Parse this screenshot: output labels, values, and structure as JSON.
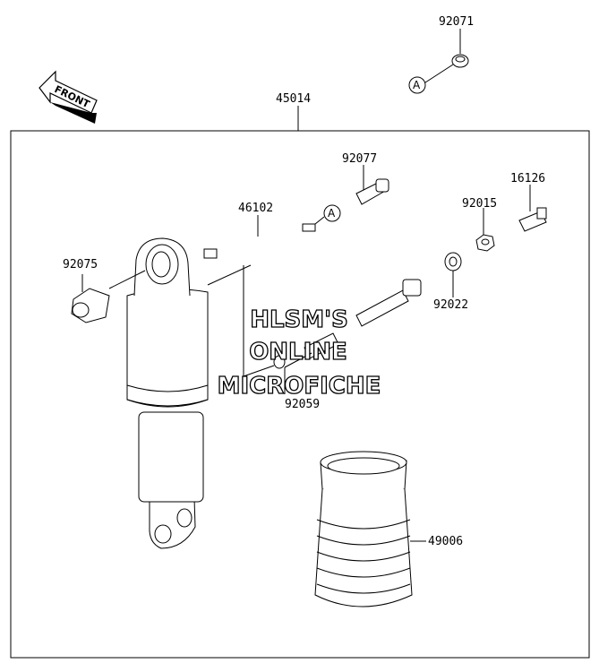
{
  "front_arrow": {
    "label": "FRONT"
  },
  "callouts": {
    "c92071": "92071",
    "c45014": "45014",
    "c92077": "92077",
    "c16126": "16126",
    "c46102": "46102",
    "c92015": "92015",
    "c92075": "92075",
    "c92022": "92022",
    "c92059": "92059",
    "c49006": "49006"
  },
  "ref_markers": {
    "top": "A",
    "middle": "A"
  },
  "watermark": {
    "line1": "HLSM'S",
    "line2": "ONLINE",
    "line3": "MICROFICHE"
  }
}
